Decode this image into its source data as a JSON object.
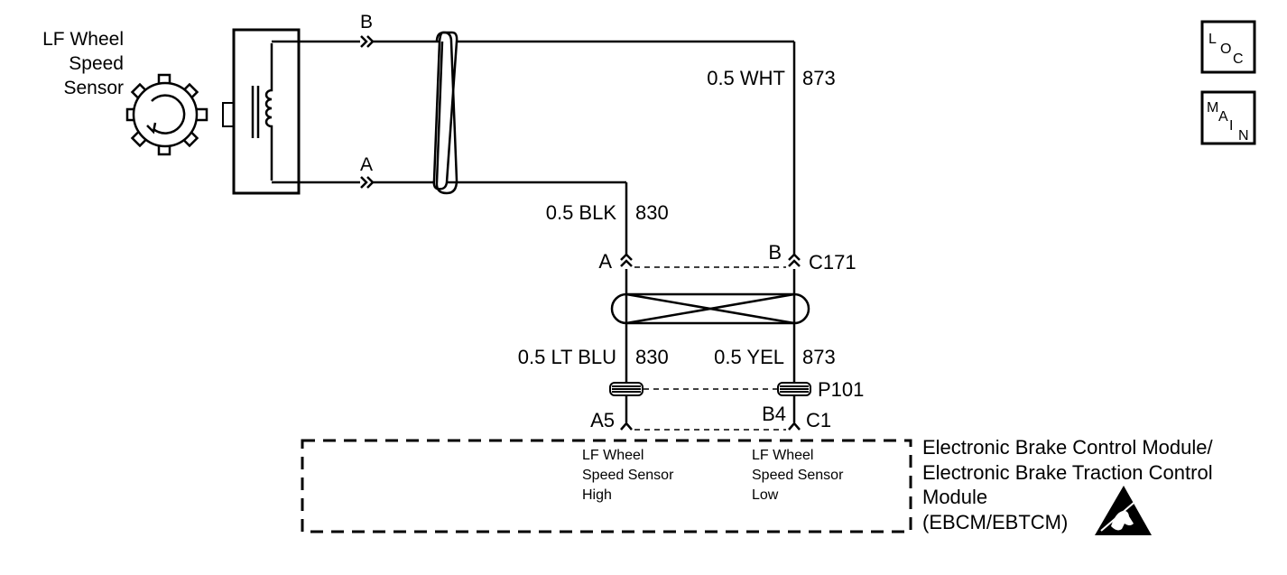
{
  "sensor": {
    "name_line1": "LF Wheel",
    "name_line2": "Speed",
    "name_line3": "Sensor",
    "terminal_b": "B",
    "terminal_a": "A"
  },
  "wires": {
    "upper_a": {
      "color": "0.5 BLK",
      "circuit": "830"
    },
    "upper_b": {
      "color": "0.5 WHT",
      "circuit": "873"
    },
    "lower_a": {
      "color": "0.5 LT BLU",
      "circuit": "830"
    },
    "lower_b": {
      "color": "0.5 YEL",
      "circuit": "873"
    }
  },
  "connectors": {
    "c171": {
      "name": "C171",
      "pin_a": "A",
      "pin_b": "B"
    },
    "p101": {
      "name": "P101"
    },
    "c1": {
      "name": "C1",
      "pin_high": "A5",
      "pin_low": "B4"
    }
  },
  "module": {
    "title_line1": "Electronic Brake Control Module/",
    "title_line2": "Electronic Brake Traction Control",
    "title_line3": "Module",
    "title_line4": "(EBCM/EBTCM)",
    "high_line1": "LF Wheel",
    "high_line2": "Speed Sensor",
    "high_line3": "High",
    "low_line1": "LF Wheel",
    "low_line2": "Speed Sensor",
    "low_line3": "Low"
  },
  "nav": {
    "loc": {
      "l1": "L",
      "l2": "O",
      "l3": "C"
    },
    "main": {
      "l1": "M",
      "l2": "A",
      "l3": "I",
      "l4": "N"
    }
  }
}
